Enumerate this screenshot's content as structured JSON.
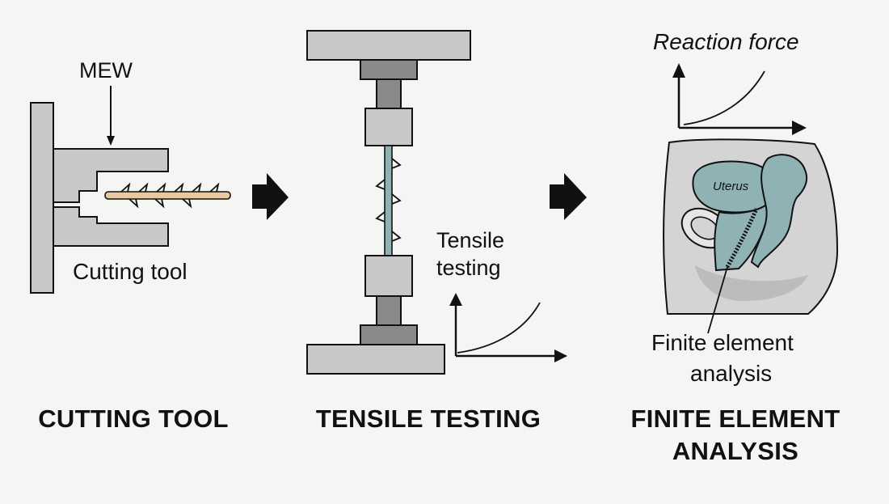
{
  "panels": {
    "cutting": {
      "mew_label": "MEW",
      "tool_label": "Cutting tool",
      "caption": "CUTTING TOOL"
    },
    "tensile": {
      "graph_label_line1": "Tensile",
      "graph_label_line2": "testing",
      "caption": "TENSILE TESTING"
    },
    "fea": {
      "graph_title": "Reaction force",
      "organ_label": "Uterus",
      "callout_line1": "Finite element",
      "callout_line2": "analysis",
      "caption_line1": "FINITE ELEMENT",
      "caption_line2": "ANALYSIS"
    }
  },
  "colors": {
    "fill_gray": "#c8c8c8",
    "fill_dark": "#8a8a8a",
    "tissue_teal": "#8fb3b5",
    "fiber_tan": "#e8c8a0",
    "outline": "#111111"
  }
}
